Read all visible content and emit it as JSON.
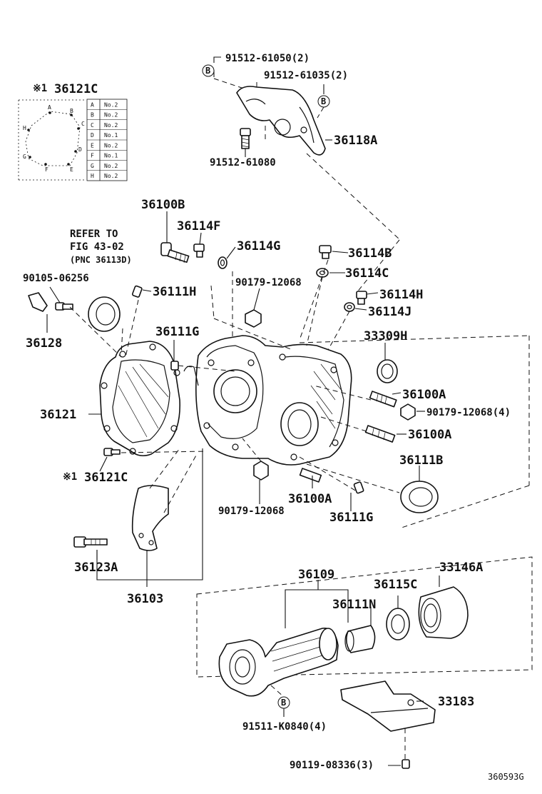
{
  "labels": {
    "p91512_61050": "91512-61050(2)",
    "p91512_61035": "91512-61035(2)",
    "p36118A": "36118A",
    "p91512_61080": "91512-61080",
    "inset_title_mark": "※1",
    "inset_title": "36121C",
    "p36100B": "36100B",
    "p36114F": "36114F",
    "p36114G": "36114G",
    "refer_line1": "REFER TO",
    "refer_line2": "FIG 43-02",
    "refer_line3": "(PNC 36113D)",
    "p90105": "90105-06256",
    "p36111H": "36111H",
    "p90179_top": "90179-12068",
    "p36114B": "36114B",
    "p36114C": "36114C",
    "p36114H": "36114H",
    "p36114J": "36114J",
    "p36128": "36128",
    "p36111G_top": "36111G",
    "p33309H": "33309H",
    "p36100A_1": "36100A",
    "p90179_4": "90179-12068(4)",
    "p36121": "36121",
    "p36100A_2": "36100A",
    "p36111B": "36111B",
    "p36121C_mark": "※1",
    "p36121C": "36121C",
    "p36100A_3": "36100A",
    "p90179_bottom": "90179-12068",
    "p36111G_bottom": "36111G",
    "p36123A": "36123A",
    "p36103": "36103",
    "p36109": "36109",
    "p36115C": "36115C",
    "p33146A": "33146A",
    "p36111N": "36111N",
    "p33183": "33183",
    "p91511": "91511-K0840(4)",
    "p90119": "90119-08336(3)",
    "figure_code": "360593G",
    "bolt_marker": "B"
  },
  "inset": {
    "rows": [
      {
        "key": "A",
        "value": "No.2"
      },
      {
        "key": "B",
        "value": "No.2"
      },
      {
        "key": "C",
        "value": "No.2"
      },
      {
        "key": "D",
        "value": "No.1"
      },
      {
        "key": "E",
        "value": "No.2"
      },
      {
        "key": "F",
        "value": "No.1"
      },
      {
        "key": "G",
        "value": "No.2"
      },
      {
        "key": "H",
        "value": "No.2"
      }
    ],
    "points": [
      "A",
      "B",
      "C",
      "D",
      "E",
      "F",
      "G",
      "H"
    ]
  }
}
